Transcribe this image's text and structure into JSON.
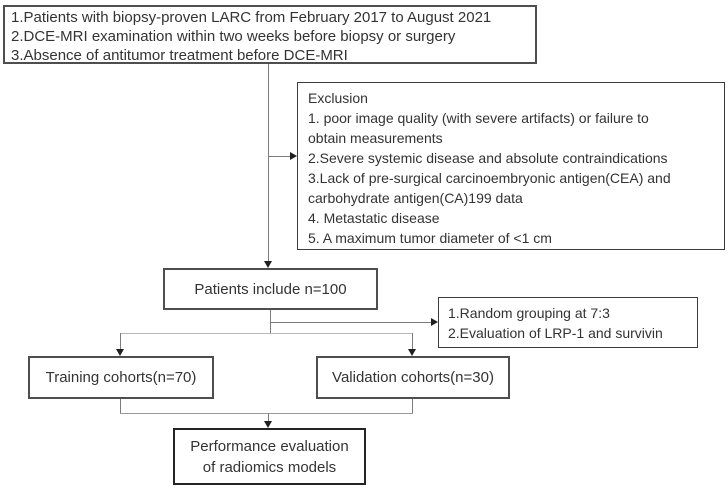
{
  "colors": {
    "background": "#ffffff",
    "text": "#333333",
    "box_border": "#4e4e4e",
    "connector": "#7d7d7d",
    "connector_light": "#b8b8b8",
    "arrowhead": "#1f1f1f"
  },
  "boxes": {
    "criteria": {
      "lines": [
        "1.Patients with biopsy-proven LARC from February 2017 to August 2021",
        "2.DCE-MRI examination within two weeks before biopsy or surgery",
        "3.Absence of antitumor treatment before DCE-MRI"
      ]
    },
    "exclusion": {
      "lines": [
        "Exclusion",
        "1. poor image quality (with severe artifacts) or failure to",
        "obtain measurements",
        "2.Severe systemic disease and absolute contraindications",
        "3.Lack of pre-surgical carcinoembryonic antigen(CEA) and",
        "carbohydrate antigen(CA)199 data",
        "4. Metastatic disease",
        "5. A maximum tumor diameter of <1 cm"
      ]
    },
    "patients": {
      "label": "Patients include n=100"
    },
    "grouping": {
      "lines": [
        "1.Random grouping at 7:3",
        "2.Evaluation of LRP-1 and survivin"
      ]
    },
    "training": {
      "label": "Training cohorts(n=70)"
    },
    "validation": {
      "label": "Validation cohorts(n=30)"
    },
    "performance": {
      "lines": [
        "Performance evaluation",
        "of radiomics models"
      ]
    }
  }
}
